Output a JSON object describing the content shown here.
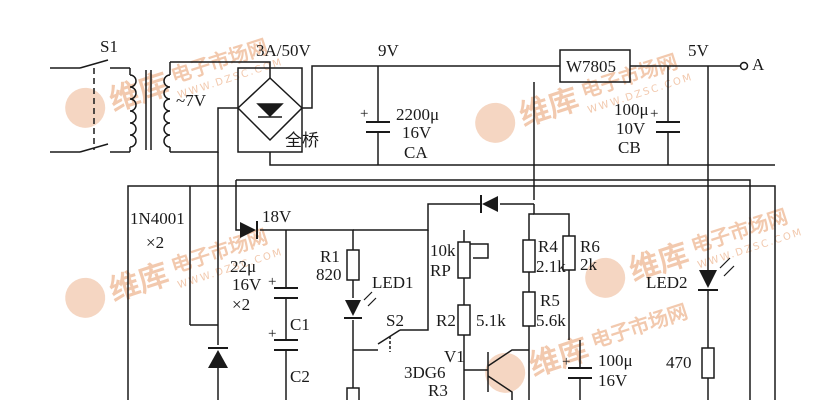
{
  "schematic": {
    "switch": "S1",
    "transformer_secondary": "~7V",
    "bridge_rating": "3A/50V",
    "bridge_name": "全桥",
    "node_9v": "9V",
    "cap_ca_value": "2200μ",
    "cap_ca_voltage": "16V",
    "cap_ca_name": "CA",
    "regulator": "W7805",
    "node_5v": "5V",
    "output_node": "A",
    "cap_cb_value": "100μ",
    "cap_cb_voltage": "10V",
    "cap_cb_name": "CB",
    "diode_type": "1N4001",
    "diode_count": "×2",
    "node_18v": "18V",
    "cap_c1c2_value": "22μ",
    "cap_c1c2_voltage": "16V",
    "cap_c1c2_count": "×2",
    "c1": "C1",
    "c2": "C2",
    "r1_name": "R1",
    "r1_value": "820",
    "led1": "LED1",
    "s2": "S2",
    "rp_value": "10k",
    "rp_name": "RP",
    "r2_name": "R2",
    "r2_value": "5.1k",
    "r4_name": "R4",
    "r4_value": "2.1k",
    "r6_name": "R6",
    "r6_value": "2k",
    "r5_name": "R5",
    "r5_value": "5.6k",
    "v1": "V1",
    "transistor": "3DG6",
    "r3_name": "R3",
    "c3_value": "100μ",
    "c3_voltage": "16V",
    "led2": "LED2",
    "r_led2_value": "470"
  },
  "watermark": {
    "brand": "维库",
    "title": "电子市场网",
    "site": "WWW.DZSC.COM"
  },
  "colors": {
    "ink": "#1a1a1a",
    "watermark": "#f2c9ae"
  }
}
